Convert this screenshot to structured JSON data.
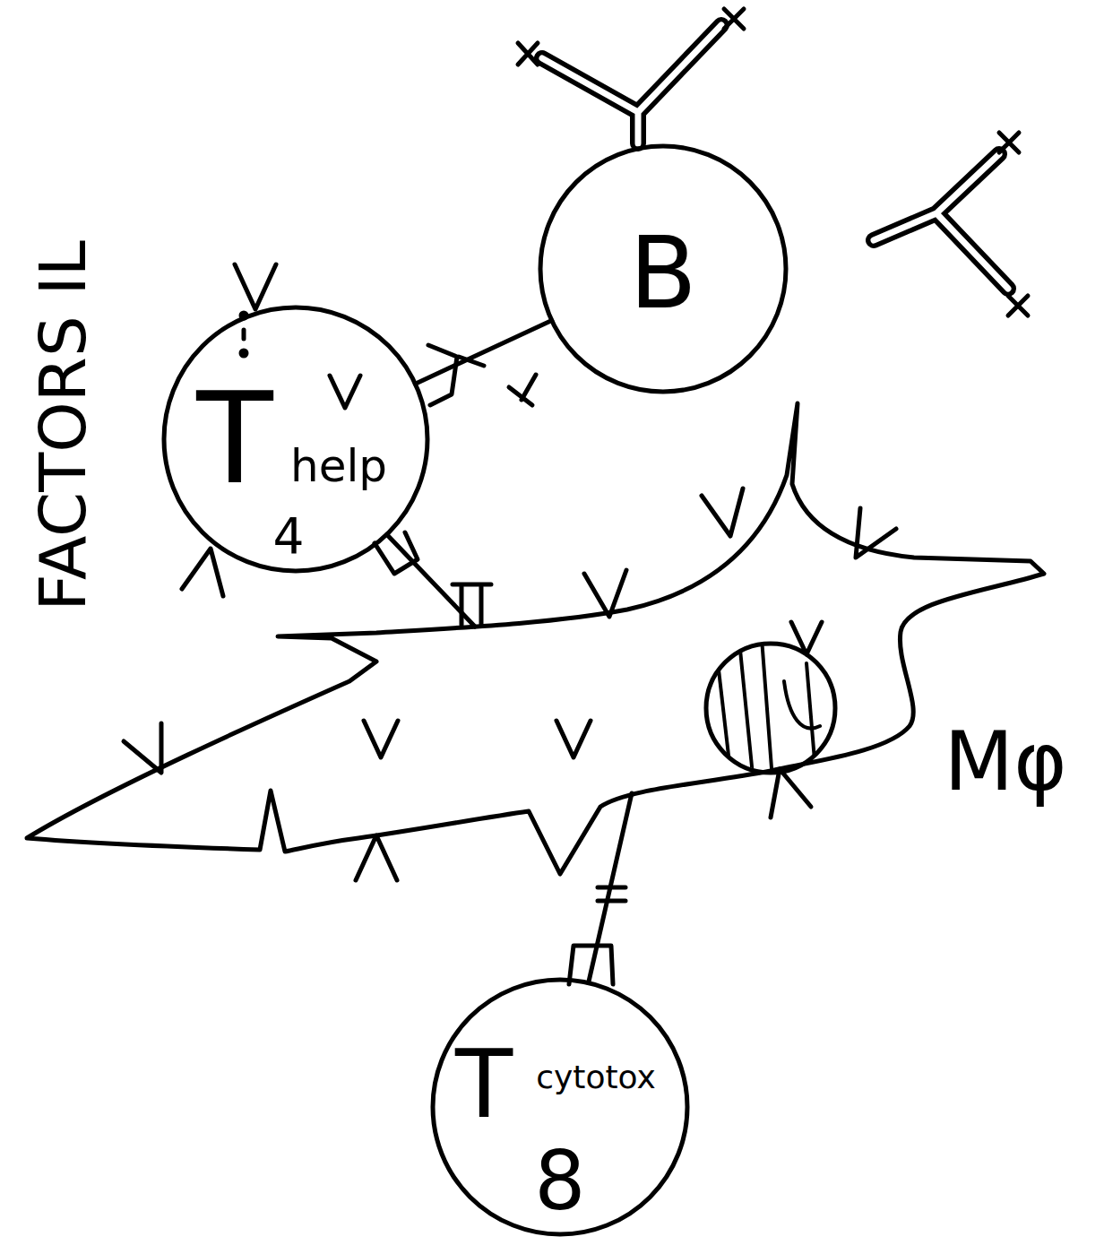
{
  "diagram": {
    "nodes": [
      {
        "text": [
          "B"
        ]
      },
      {
        "text": [
          "T",
          "help",
          "4"
        ]
      },
      {
        "text": [
          "Mφ"
        ]
      },
      {
        "text": [
          "T",
          "cytotox",
          "8"
        ]
      }
    ],
    "edges": [
      {
        "from": 0,
        "to": 1,
        "arrow": "none"
      },
      {
        "from": 1,
        "to": 2,
        "arrow": "none"
      },
      {
        "from": 3,
        "to": 2,
        "arrow": "none"
      }
    ],
    "labels": [
      "FACTORS IL"
    ]
  }
}
